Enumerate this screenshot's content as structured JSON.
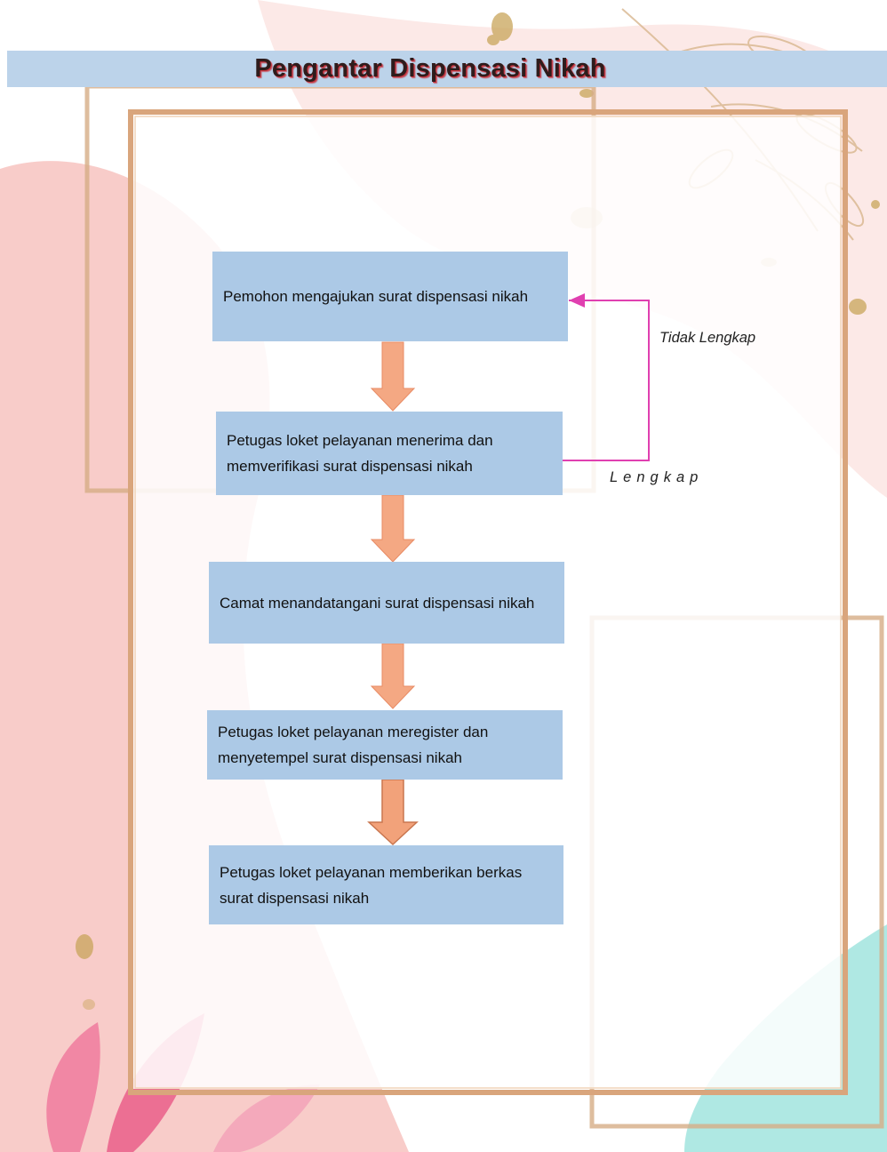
{
  "title": "Pengantar Dispensasi Nikah",
  "steps": [
    {
      "text": "Pemohon mengajukan surat dispensasi nikah"
    },
    {
      "text": "Petugas loket pelayanan menerima dan\nmemverifikasi surat dispensasi nikah"
    },
    {
      "text": "Camat menandatangani surat dispensasi nikah"
    },
    {
      "text": "Petugas loket pelayanan meregister dan\nmenyetempel surat dispensasi nikah"
    },
    {
      "text": "Petugas loket pelayanan memberikan berkas\nsurat dispensasi nikah"
    }
  ],
  "loop": {
    "incomplete_label": "Tidak Lengkap",
    "complete_label": "Lengkap"
  },
  "colors": {
    "box": "#acc9e6",
    "arrow": "#f4a883",
    "loop_line": "#e040b0",
    "frame": "#d9a57c",
    "title_bar": "#bcd3ea"
  }
}
